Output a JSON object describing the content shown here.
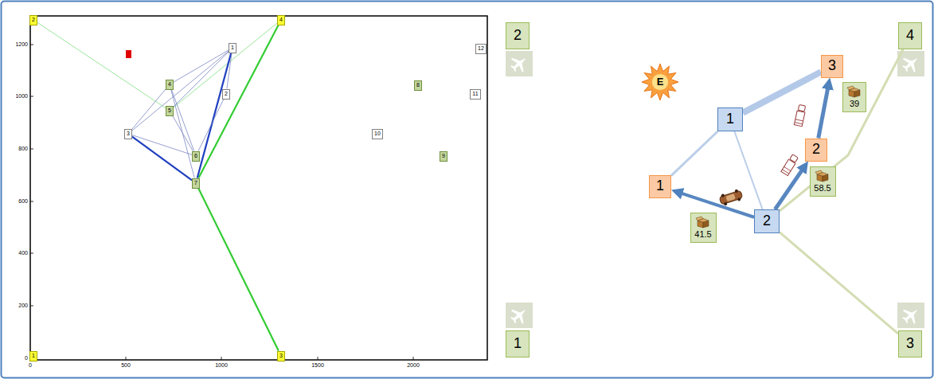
{
  "diagram": {
    "nodes": [
      {
        "text": [
          "2"
        ]
      },
      {
        "text": [
          "4"
        ]
      },
      {
        "text": [
          "3"
        ]
      },
      {
        "text": [
          "39"
        ]
      },
      {
        "text": [
          "1"
        ]
      },
      {
        "text": [
          "2"
        ]
      },
      {
        "text": [
          "58.5"
        ]
      },
      {
        "text": [
          "1"
        ]
      },
      {
        "text": [
          "2"
        ]
      },
      {
        "text": [
          "41.5"
        ]
      },
      {
        "text": [
          "1"
        ]
      },
      {
        "text": [
          "3"
        ]
      },
      {
        "text": [
          "E"
        ]
      },
      {
        "text": [
          "2"
        ]
      },
      {
        "text": [
          "4"
        ]
      },
      {
        "text": [
          "1"
        ]
      },
      {
        "text": [
          "4"
        ]
      },
      {
        "text": [
          "2"
        ]
      },
      {
        "text": [
          "5"
        ]
      },
      {
        "text": [
          "3"
        ]
      },
      {
        "text": [
          "6"
        ]
      },
      {
        "text": [
          "7"
        ]
      },
      {
        "text": [
          "8"
        ]
      },
      {
        "text": [
          "12"
        ]
      },
      {
        "text": [
          "11"
        ]
      },
      {
        "text": [
          "10"
        ]
      },
      {
        "text": [
          "9"
        ]
      },
      {
        "text": [
          "1"
        ]
      },
      {
        "text": [
          "3"
        ]
      }
    ],
    "edges": [
      {
        "from": 4,
        "to": 2,
        "arrow": "none"
      },
      {
        "from": 4,
        "to": 7,
        "arrow": "none"
      },
      {
        "from": 4,
        "to": 8,
        "arrow": "none"
      },
      {
        "from": 8,
        "to": 7,
        "arrow": "to"
      },
      {
        "from": 8,
        "to": 5,
        "arrow": "to"
      },
      {
        "from": 5,
        "to": 2,
        "arrow": "to"
      },
      {
        "from": 8,
        "to": 1,
        "arrow": "none"
      },
      {
        "from": 8,
        "to": 11,
        "arrow": "none"
      },
      {
        "from": 14,
        "to": 21,
        "arrow": "none"
      },
      {
        "from": 21,
        "to": 28,
        "arrow": "none"
      },
      {
        "from": 13,
        "to": 18,
        "arrow": "none"
      },
      {
        "from": 14,
        "to": 18,
        "arrow": "none"
      },
      {
        "from": 19,
        "to": 21,
        "arrow": "none"
      },
      {
        "from": 21,
        "to": 15,
        "arrow": "none"
      },
      {
        "from": 19,
        "to": 16,
        "arrow": "none"
      },
      {
        "from": 19,
        "to": 15,
        "arrow": "none"
      },
      {
        "from": 19,
        "to": 20,
        "arrow": "none"
      },
      {
        "from": 16,
        "to": 15,
        "arrow": "none"
      },
      {
        "from": 16,
        "to": 20,
        "arrow": "none"
      },
      {
        "from": 16,
        "to": 21,
        "arrow": "none"
      },
      {
        "from": 18,
        "to": 20,
        "arrow": "none"
      },
      {
        "from": 18,
        "to": 15,
        "arrow": "none"
      },
      {
        "from": 20,
        "to": 17,
        "arrow": "none"
      },
      {
        "from": 17,
        "to": 15,
        "arrow": "none"
      }
    ],
    "labels": [
      "0",
      "500",
      "1000",
      "1500",
      "2000",
      "0",
      "200",
      "400",
      "600",
      "800",
      "1000",
      "1200"
    ]
  }
}
